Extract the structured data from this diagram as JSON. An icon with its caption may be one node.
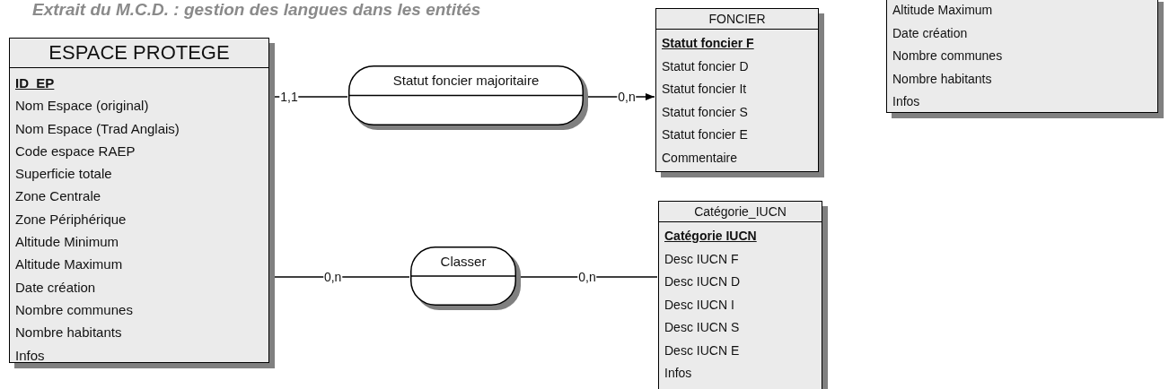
{
  "diagram": {
    "title": "Extrait du M.C.D. : gestion des langues dans les entités",
    "nodes": [
      {
        "text": [
          "ESPACE PROTEGE",
          "ID_EP",
          "Nom Espace (original)",
          "Nom Espace (Trad Anglais)",
          "Code espace RAEP",
          "Superficie totale",
          "Zone Centrale",
          "Zone Périphérique",
          "Altitude Minimum",
          "Altitude Maximum",
          "Date création",
          "Nombre communes",
          "Nombre habitants",
          "Infos"
        ]
      },
      {
        "text": [
          "Statut foncier majoritaire"
        ]
      },
      {
        "text": [
          "FONCIER",
          "Statut foncier F",
          "Statut foncier D",
          "Statut foncier It",
          "Statut foncier S",
          "Statut foncier E",
          "Commentaire"
        ]
      },
      {
        "text": [
          "Classer"
        ]
      },
      {
        "text": [
          "Catégorie_IUCN",
          "Catégorie IUCN",
          "Desc IUCN F",
          "Desc IUCN D",
          "Desc IUCN I",
          "Desc IUCN S",
          "Desc IUCN E",
          "Infos"
        ]
      },
      {
        "text": [
          "Altitude Maximum",
          "Date création",
          "Nombre communes",
          "Nombre habitants",
          "Infos"
        ]
      }
    ],
    "edges": [
      {
        "from": 0,
        "to": 1,
        "arrow": "none",
        "label": "1,1"
      },
      {
        "from": 1,
        "to": 2,
        "arrow": "to",
        "label": "0,n"
      },
      {
        "from": 0,
        "to": 3,
        "arrow": "none",
        "label": "0,n"
      },
      {
        "from": 3,
        "to": 4,
        "arrow": "none",
        "label": "0,n"
      }
    ]
  }
}
